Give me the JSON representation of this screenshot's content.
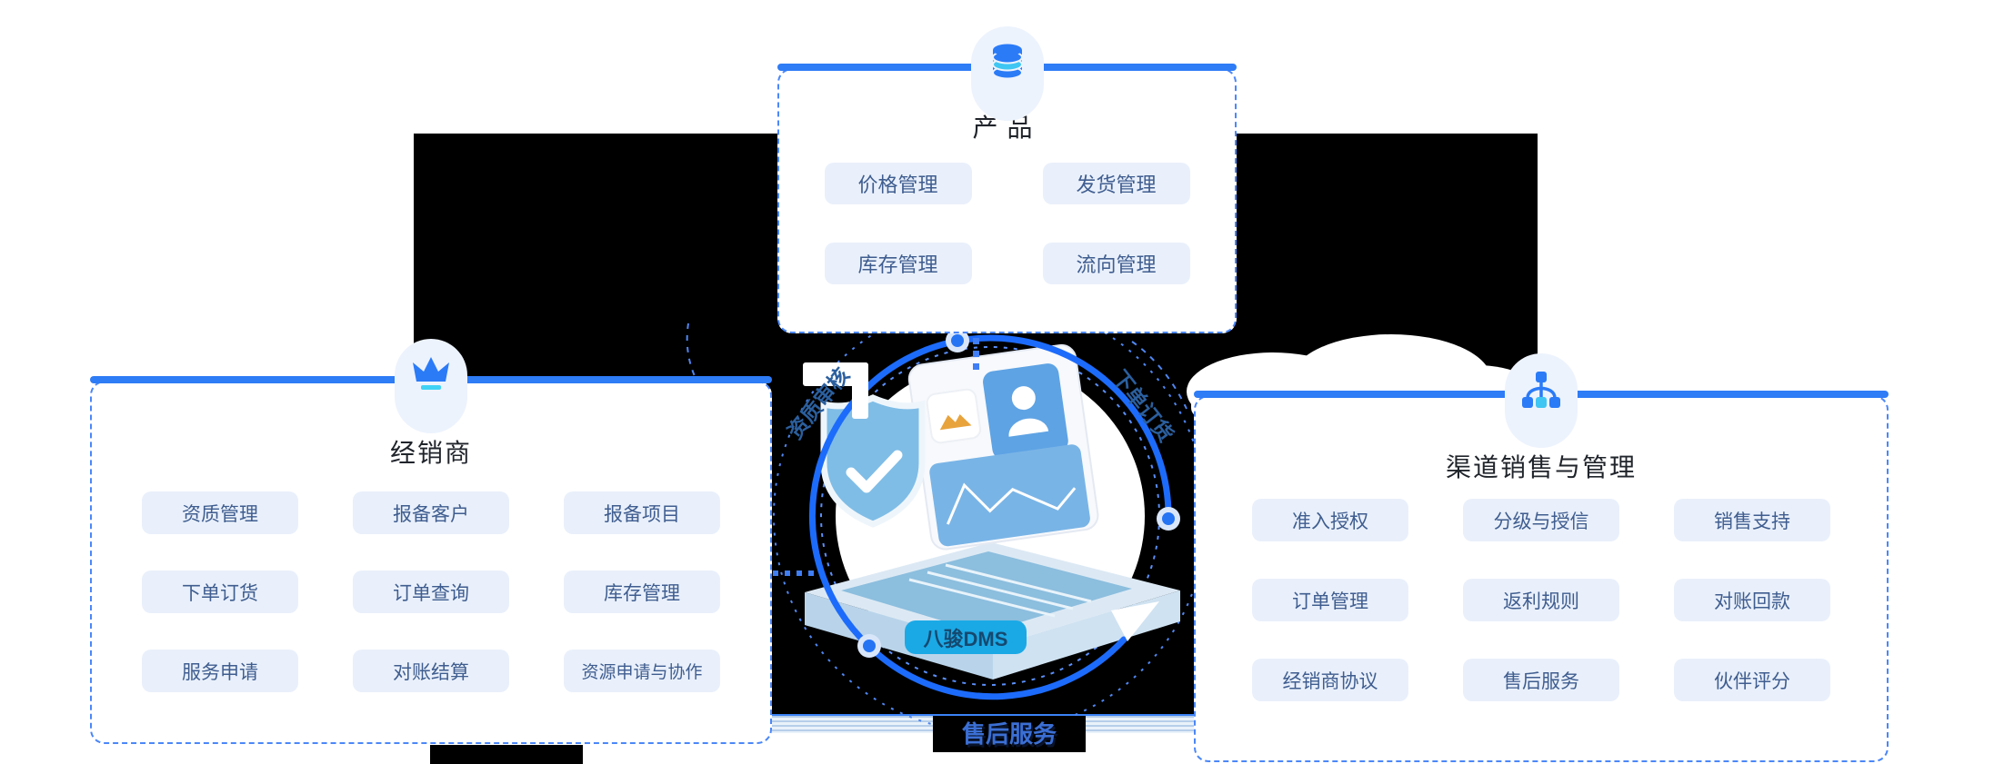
{
  "center": {
    "core_label": "八骏DMS",
    "ring_labels": [
      {
        "text": "资质审核"
      },
      {
        "text": "下单订货"
      },
      {
        "text": "售后服务"
      }
    ]
  },
  "panels": {
    "product": {
      "title": "产品",
      "icon": "database-icon",
      "items": [
        "价格管理",
        "发货管理",
        "库存管理",
        "流向管理"
      ]
    },
    "dealer": {
      "title": "经销商",
      "icon": "crown-icon",
      "items": [
        "资质管理",
        "报备客户",
        "报备项目",
        "下单订货",
        "订单查询",
        "库存管理",
        "服务申请",
        "对账结算",
        "资源申请与协作"
      ]
    },
    "channel": {
      "title": "渠道销售与管理",
      "icon": "sitemap-icon",
      "items": [
        "准入授权",
        "分级与授信",
        "销售支持",
        "订单管理",
        "返利规则",
        "对账回款",
        "经销商协议",
        "售后服务",
        "伙伴评分"
      ]
    }
  },
  "colors": {
    "panel_border": "#4b87f8",
    "panel_top_bar": "#2e7cf6",
    "chip_bg": "#e9f0fb",
    "chip_text": "#3f5d8f",
    "badge_bg": "#edf3fd",
    "icon_blue": "#2b7bf7",
    "icon_cyan": "#3fc6f2",
    "ring_arc_blue": "#1d6bfb",
    "core_pill_bg": "#1ba9e6",
    "after_sales_text": "#3b6fd4"
  }
}
